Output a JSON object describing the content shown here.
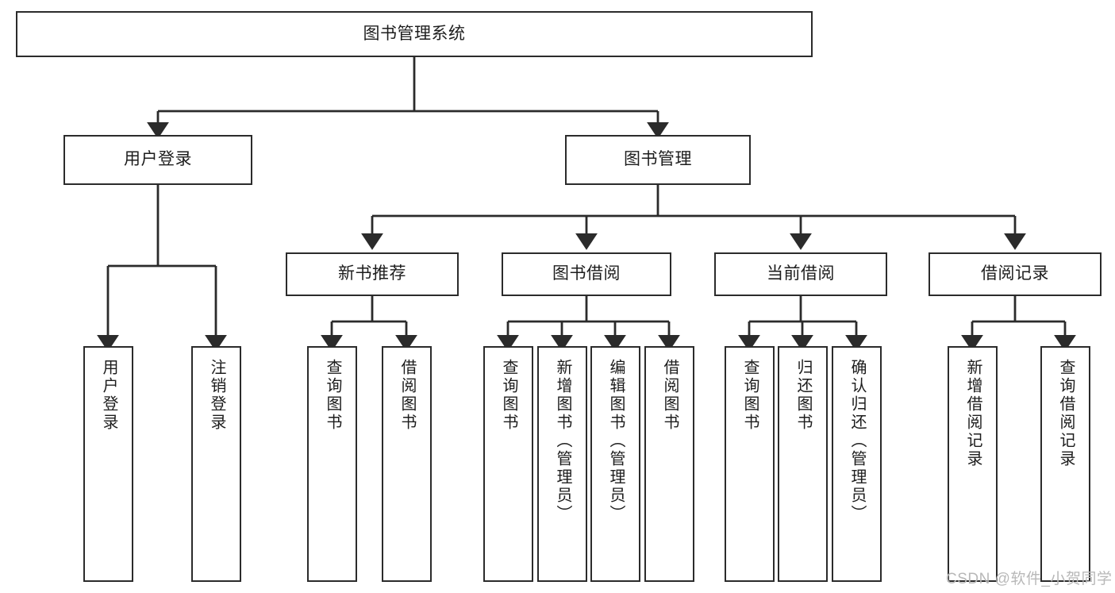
{
  "diagram": {
    "title": "图书管理系统",
    "watermark": "CSDN @软件_小贺同学",
    "stroke_color": "#2b2b2b",
    "fill_color": "#ffffff",
    "text_color": "#1d1d1d",
    "watermark_color": "#b8b8b8",
    "nodes": {
      "root": "图书管理系统",
      "user_login": "用户登录",
      "book_manage": "图书管理",
      "new_book_rec": "新书推荐",
      "book_borrow": "图书借阅",
      "current_borrow": "当前借阅",
      "borrow_record": "借阅记录",
      "login_leaf_1": "用户登录",
      "login_leaf_2": "注销登录",
      "rec_leaf_1": "查询图书",
      "rec_leaf_2": "借阅图书",
      "borrow_leaf_1": "查询图书",
      "borrow_leaf_2": "新增图书（管理员）",
      "borrow_leaf_3": "编辑图书（管理员）",
      "borrow_leaf_4": "借阅图书",
      "current_leaf_1": "查询图书",
      "current_leaf_2": "归还图书",
      "current_leaf_3": "确认归还（管理员）",
      "record_leaf_1": "新增借阅记录",
      "record_leaf_2": "查询借阅记录"
    }
  }
}
